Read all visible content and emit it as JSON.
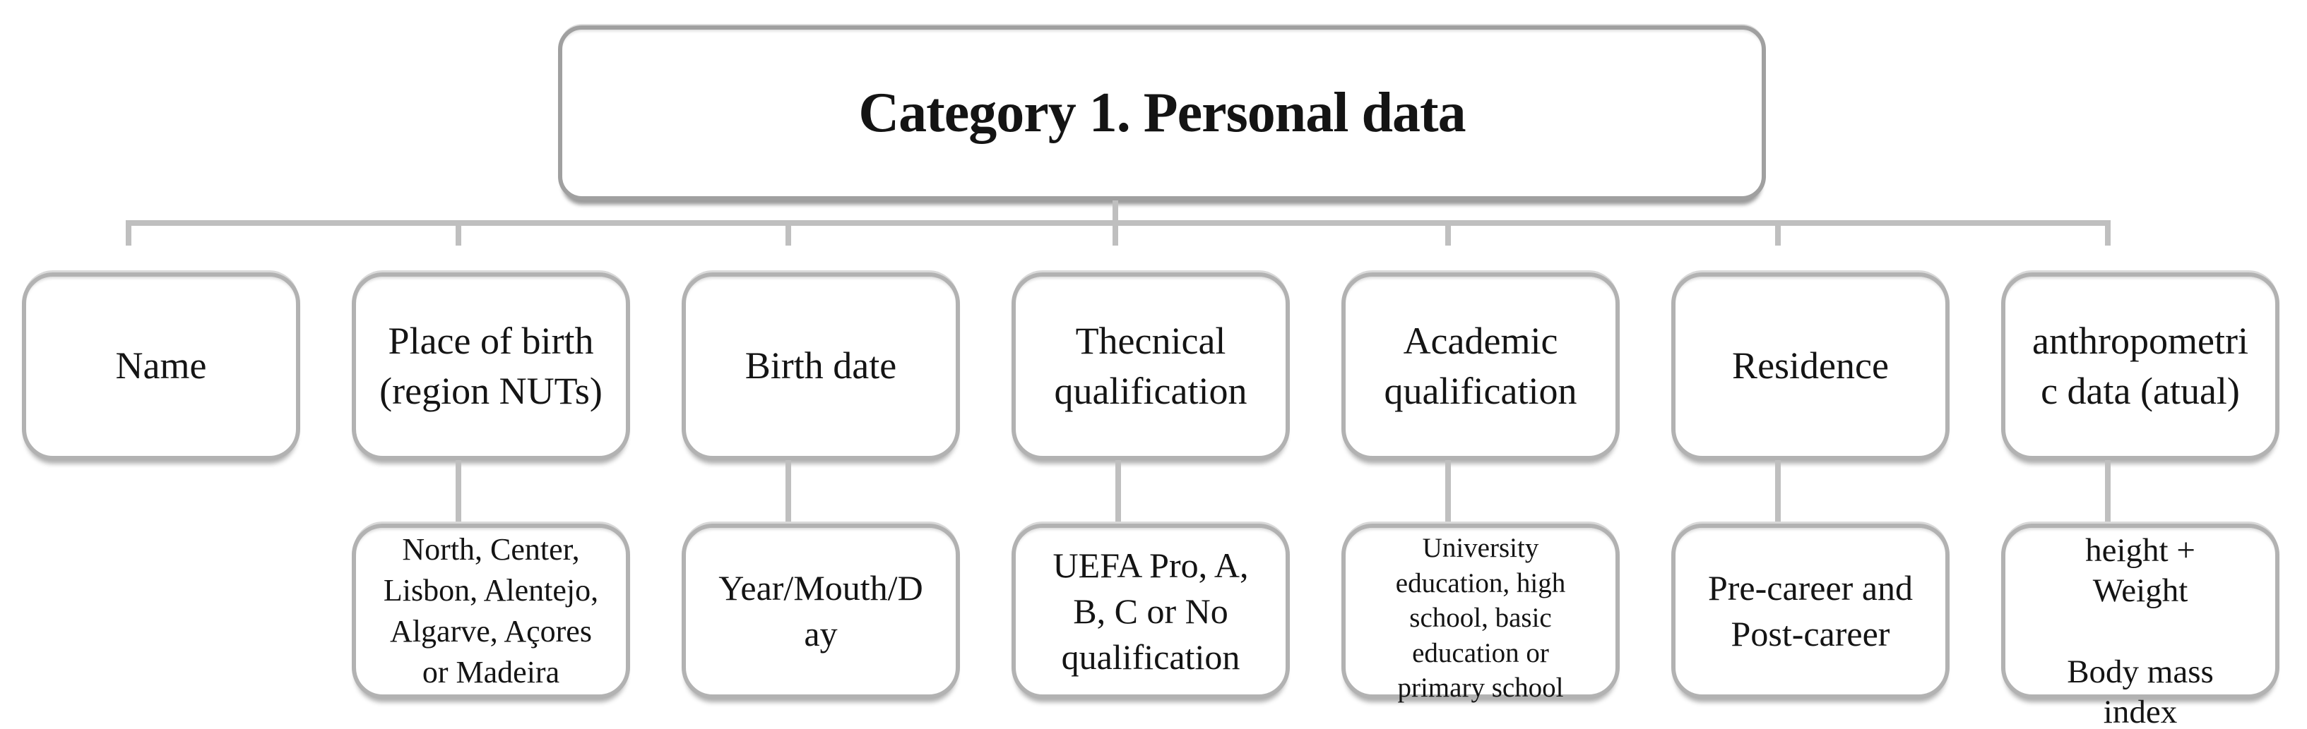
{
  "figure": {
    "title": "Category 1. Personal data",
    "nodes": [
      {
        "label": "Name"
      },
      {
        "label": "Place of birth\n(region NUTs)",
        "sub": "North, Center,\nLisbon, Alentejo,\nAlgarve, Açores\nor Madeira"
      },
      {
        "label": "Birth date",
        "sub": "Year/Mouth/D\nay"
      },
      {
        "label": "Thecnical\nqualification",
        "sub": "UEFA Pro, A,\nB, C or No\nqualification"
      },
      {
        "label": "Academic\nqualification",
        "sub": "University\neducation, high\nschool, basic\neducation or\nprimary school"
      },
      {
        "label": "Residence",
        "sub": "Pre-career and\nPost-career"
      },
      {
        "label": "anthropometri\nc data (atual)",
        "sub": "height +\nWeight\n\nBody mass\nindex"
      }
    ],
    "colors": {
      "box_border": "#b2b2b2",
      "root_border": "#a0a0a0",
      "connector": "#bfbfbf",
      "text": "#141414",
      "background": "#ffffff"
    }
  }
}
